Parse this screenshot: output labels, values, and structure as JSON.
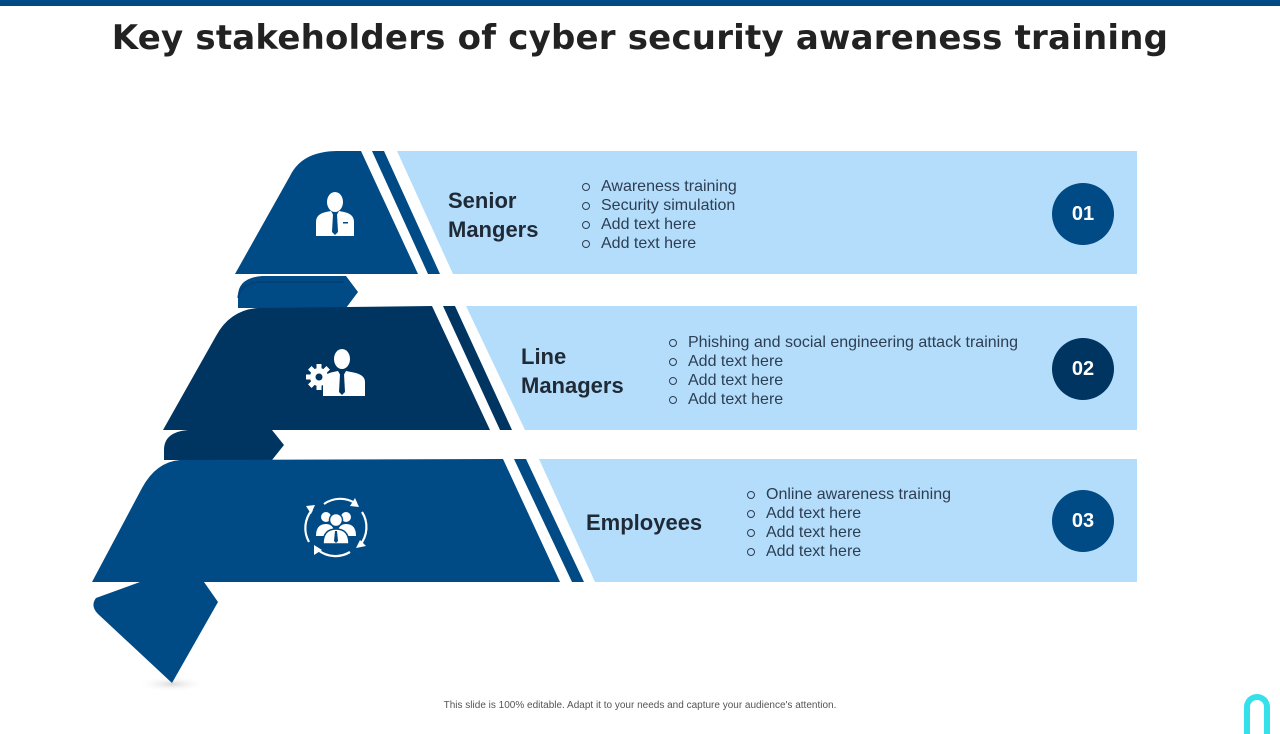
{
  "title": "Key stakeholders of cyber security awareness training",
  "footer": "This slide is 100% editable. Adapt it to your needs and capture your audience's attention.",
  "colors": {
    "primary_blue": "#004a85",
    "dark_blue": "#003561",
    "light_panel": "#b3ddfb",
    "text_dark": "#1f2a36",
    "accent_cyan": "#34e0ea"
  },
  "tiers": [
    {
      "number": "01",
      "label_line1": "Senior",
      "label_line2": "Mangers",
      "icon": "businessman-icon",
      "bullets": [
        "Awareness training",
        "Security simulation",
        "Add text here",
        "Add text here"
      ]
    },
    {
      "number": "02",
      "label_line1": "Line",
      "label_line2": "Managers",
      "icon": "manager-gear-icon",
      "bullets": [
        "Phishing and social engineering attack training",
        "Add text here",
        "Add text here",
        "Add text here"
      ]
    },
    {
      "number": "03",
      "label_line1": "Employees",
      "label_line2": "",
      "icon": "team-cycle-icon",
      "bullets": [
        "Online awareness training",
        "Add text here",
        "Add text here",
        "Add text here"
      ]
    }
  ]
}
